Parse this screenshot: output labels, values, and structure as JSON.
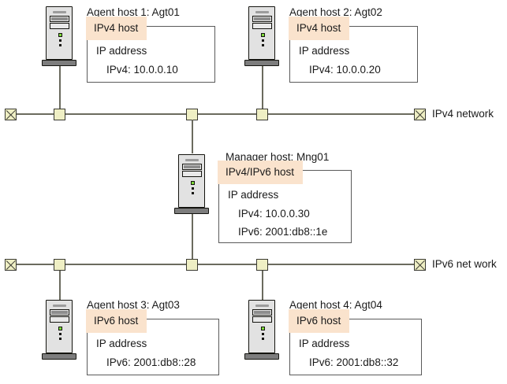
{
  "networks": [
    {
      "id": "ipv4-network",
      "label": "IPv4 network"
    },
    {
      "id": "ipv6-network",
      "label": "IPv6 net work"
    }
  ],
  "hosts": [
    {
      "id": "agt01",
      "title": "Agent host 1: Agt01",
      "tag": "IPv4 host",
      "heading": "IP address",
      "addresses": [
        "IPv4: 10.0.0.10"
      ]
    },
    {
      "id": "agt02",
      "title": "Agent host 2: Agt02",
      "tag": "IPv4 host",
      "heading": "IP address",
      "addresses": [
        "IPv4: 10.0.0.20"
      ]
    },
    {
      "id": "mng01",
      "title": "Manager host: Mng01",
      "tag": "IPv4/IPv6 host",
      "heading": "IP address",
      "addresses": [
        "IPv4: 10.0.0.30",
        "IPv6: 2001:db8::1e"
      ]
    },
    {
      "id": "agt03",
      "title": "Agent host 3: Agt03",
      "tag": "IPv6 host",
      "heading": "IP address",
      "addresses": [
        "IPv6: 2001:db8::28"
      ]
    },
    {
      "id": "agt04",
      "title": "Agent host 4: Agt04",
      "tag": "IPv6 host",
      "heading": "IP address",
      "addresses": [
        "IPv6: 2001:db8::32"
      ]
    }
  ],
  "colors": {
    "tag_background": "#fae3cd",
    "node_fill": "#efefc4",
    "node_border": "#3a3a32",
    "line": "#6b6b5e",
    "server_body": "#e2e2e2",
    "server_base": "#7d7d7d",
    "led": "#7ddc3a",
    "text": "#1a1a1a",
    "callout_border": "#5a5a5a"
  }
}
